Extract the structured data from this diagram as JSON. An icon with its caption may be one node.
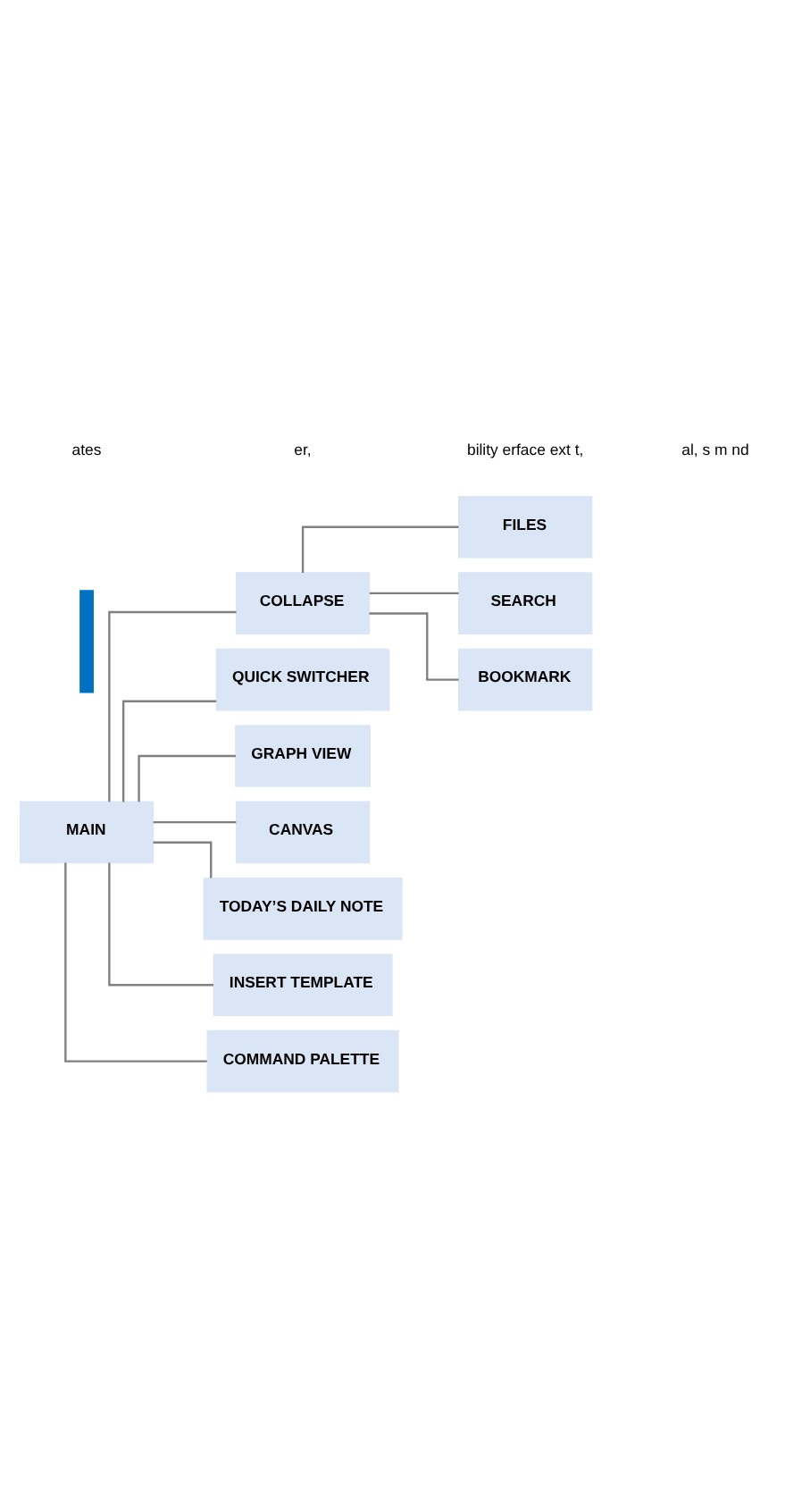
{
  "diagram": {
    "nodes": [
      {
        "text": [
          "MAIN"
        ]
      },
      {
        "text": [
          "COLLAPSE"
        ]
      },
      {
        "text": [
          "FILES"
        ]
      },
      {
        "text": [
          "SEARCH"
        ]
      },
      {
        "text": [
          "BOOKMARK"
        ]
      },
      {
        "text": [
          "QUICK SWITCHER"
        ]
      },
      {
        "text": [
          "GRAPH VIEW"
        ]
      },
      {
        "text": [
          "CANVAS"
        ]
      },
      {
        "text": [
          "TODAY’S DAILY NOTE"
        ]
      },
      {
        "text": [
          "INSERT TEMPLATE"
        ]
      },
      {
        "text": [
          "COMMAND PALETTE"
        ]
      },
      {
        "text": [],
        "shape": "bar"
      }
    ],
    "edges": [
      {
        "from": 0,
        "to": 1,
        "arrow": "none"
      },
      {
        "from": 1,
        "to": 2,
        "arrow": "none"
      },
      {
        "from": 1,
        "to": 3,
        "arrow": "none"
      },
      {
        "from": 1,
        "to": 4,
        "arrow": "none"
      },
      {
        "from": 0,
        "to": 5,
        "arrow": "none"
      },
      {
        "from": 0,
        "to": 6,
        "arrow": "none"
      },
      {
        "from": 0,
        "to": 7,
        "arrow": "none"
      },
      {
        "from": 0,
        "to": 8,
        "arrow": "none"
      },
      {
        "from": 0,
        "to": 9,
        "arrow": "none"
      },
      {
        "from": 0,
        "to": 10,
        "arrow": "none"
      }
    ],
    "labels": [
      "ates",
      "er,",
      "bility erface ext t,",
      "al, s m nd"
    ]
  }
}
